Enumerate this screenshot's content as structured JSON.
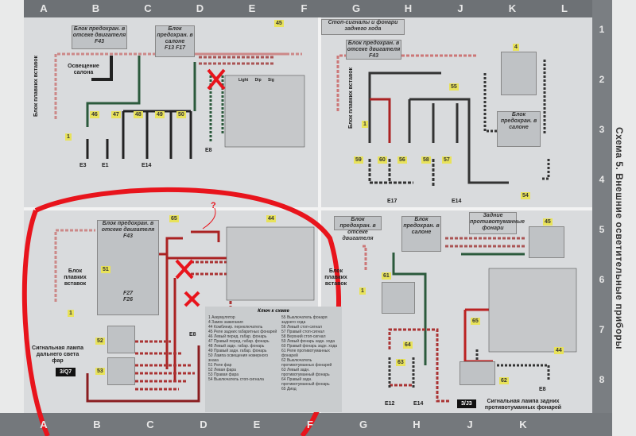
{
  "grid": {
    "columns_top": [
      "A",
      "B",
      "C",
      "D",
      "E",
      "F",
      "G",
      "H",
      "J",
      "K",
      "L"
    ],
    "columns_bottom": [
      "A",
      "B",
      "C",
      "D",
      "E",
      "F",
      "G",
      "H",
      "J",
      "K"
    ],
    "rows": [
      "1",
      "2",
      "3",
      "4",
      "5",
      "6",
      "7",
      "8"
    ]
  },
  "side_title": "Схема 5. Внешние осветительные приборы",
  "panels": {
    "tl": {
      "fuse_engine": "Блок предохран. в отсеке двигателя",
      "fuse_cabin": "Блок предохран. в салоне",
      "fuse_block": "Блок плавких вставок",
      "interior_light": "Освещение салона",
      "f43": "F43",
      "f13": "F13",
      "f17": "F17",
      "nums": [
        "45",
        "46",
        "47",
        "48",
        "49",
        "50",
        "1"
      ],
      "grounds": [
        "E3",
        "E1",
        "E14",
        "E8"
      ],
      "table_head": [
        "Light",
        "Dip",
        "Sig"
      ]
    },
    "tr": {
      "title": "Стоп-сигналы и фонари заднего хода",
      "fuse_engine": "Блок предохран. в отсеке двигателя",
      "fuse_cabin": "Блок предохран. в салоне",
      "fuse_block": "Блок плавких вставок",
      "f43": "F43",
      "nums": [
        "4",
        "55",
        "59",
        "60",
        "56",
        "58",
        "57",
        "54",
        "1"
      ],
      "grounds": [
        "E17",
        "E14"
      ]
    },
    "bl": {
      "fuse_engine": "Блок предохран. в отсеке двигателя",
      "fuse_block": "Блок плавких вставок",
      "f43": "F43",
      "f27": "F27",
      "f26": "F26",
      "nums": [
        "65",
        "44",
        "51",
        "52",
        "53",
        "1"
      ],
      "ground": "E8",
      "signal_lamp": "Сигнальная лампа дальнего света фар",
      "arrow": "3/Q7",
      "question": "?"
    },
    "br": {
      "title": "Задние противотуманные фонари",
      "fuse_engine": "Блок предохран. в отсеке двигателя",
      "fuse_cabin": "Блок предохран. в салоне",
      "fuse_block": "Блок плавких вставок",
      "nums": [
        "45",
        "61",
        "1",
        "64",
        "63",
        "65",
        "44",
        "62"
      ],
      "grounds": [
        "E12",
        "E14",
        "E8"
      ],
      "arrow": "3/J3",
      "signal_lamp": "Сигнальная лампа задних противотуманных фонарей"
    }
  },
  "key": {
    "title": "Ключ к схеме",
    "items": [
      "1 Аккумулятор",
      "4 Замок зажигания",
      "44 Комбинир. переключатель",
      "45 Реле задних габаритных фонарей",
      "46 Левый перед. габар. фонарь",
      "47 Правый перед. габар. фонарь",
      "48 Левый задн. габар. фонарь",
      "49 Правый задн. габар. фонарь",
      "50 Лампа освещения номерного знака",
      "51 Реле фар",
      "52 Левая фара",
      "53 Правая фара",
      "54 Выключатель стоп-сигнала"
    ],
    "items2": [
      "55 Выключатель фонаря заднего хода",
      "56 Левый стоп-сигнал",
      "57 Правый стоп-сигнал",
      "58 Верхний стоп-сигнал",
      "59 Левый фонарь задн. хода",
      "60 Правый фонарь задн. хода",
      "61 Реле противотуманных фонарей",
      "62 Выключатель противотуманных фонарей",
      "63 Левый задн. противотуманный фонарь",
      "64 Правый задн. противотуманный фонарь",
      "65 Диод"
    ]
  },
  "colors": {
    "annotation": "#e8141c",
    "wire_red": "#b3242a",
    "wire_green": "#2b5a3c",
    "wire_dark": "#2a2a2a",
    "badge": "#e8e25a"
  }
}
